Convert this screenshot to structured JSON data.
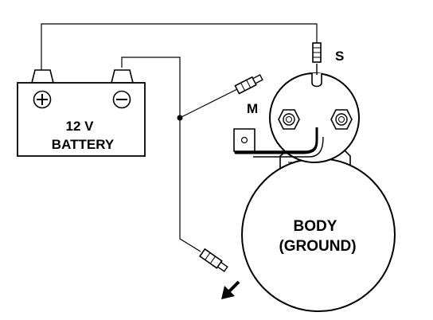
{
  "labels": {
    "battery_line1": "12 V",
    "battery_line2": "BATTERY",
    "terminal_s": "S",
    "terminal_m": "M",
    "body_line1": "BODY",
    "body_line2": "(GROUND)"
  },
  "icons": {
    "battery_positive": "plus-in-circle",
    "battery_negative": "minus-in-circle",
    "terminal_nuts": "hex-nut",
    "direction": "arrow-down-left"
  }
}
